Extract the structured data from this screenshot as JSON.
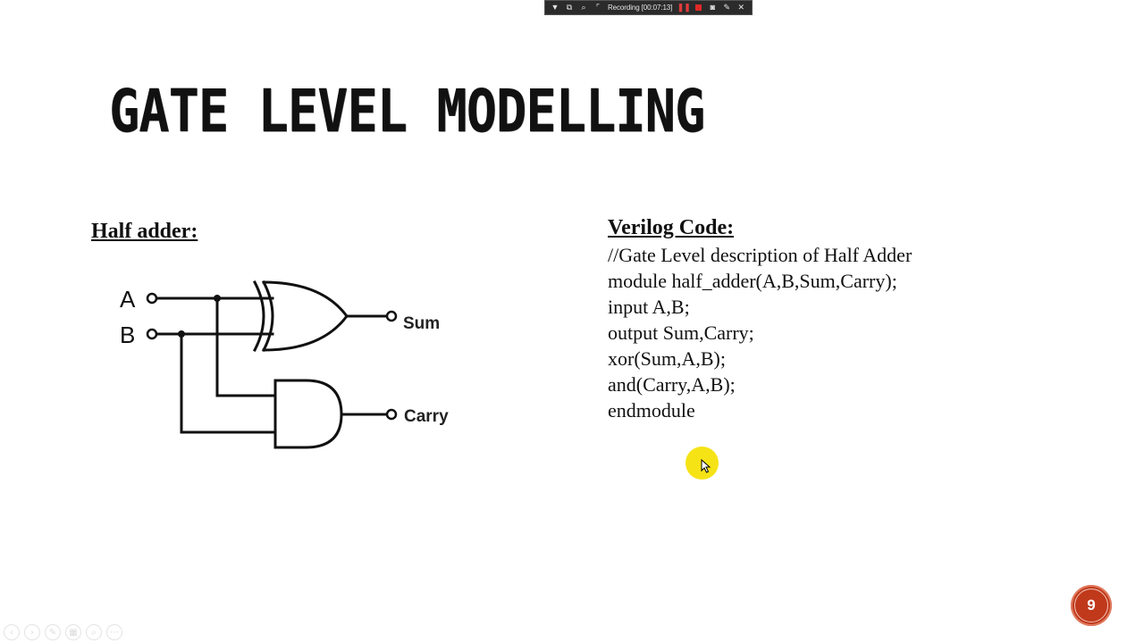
{
  "recorder": {
    "status": "Recording [00:07:13]",
    "icons": [
      "dropdown-icon",
      "window-icon",
      "magnifier-icon",
      "region-icon",
      "pause-icon",
      "stop-icon",
      "camera-icon",
      "pen-icon",
      "close-icon"
    ],
    "colors": {
      "bar": "#2b2b2b",
      "pause": "#e03b3b",
      "stop": "#e02828"
    }
  },
  "slide": {
    "title": "GATE LEVEL MODELLING",
    "half_adder_label": "Half adder:",
    "verilog_label": "Verilog Code:",
    "code_lines": [
      "//Gate Level description of Half Adder",
      "module half_adder(A,B,Sum,Carry);",
      "input A,B;",
      "output Sum,Carry;",
      "xor(Sum,A,B);",
      "and(Carry,A,B);",
      "endmodule"
    ],
    "circuit": {
      "inputs": [
        "A",
        "B"
      ],
      "outputs": [
        "Sum",
        "Carry"
      ],
      "gates": [
        "xor",
        "and"
      ]
    },
    "page_number": "9",
    "colors": {
      "badge": "#c0391b",
      "cursor_highlight": "#f5e20a"
    }
  },
  "nav_controls": [
    "previous-icon",
    "next-icon",
    "pen-tool-icon",
    "slides-icon",
    "zoom-icon",
    "more-icon"
  ]
}
